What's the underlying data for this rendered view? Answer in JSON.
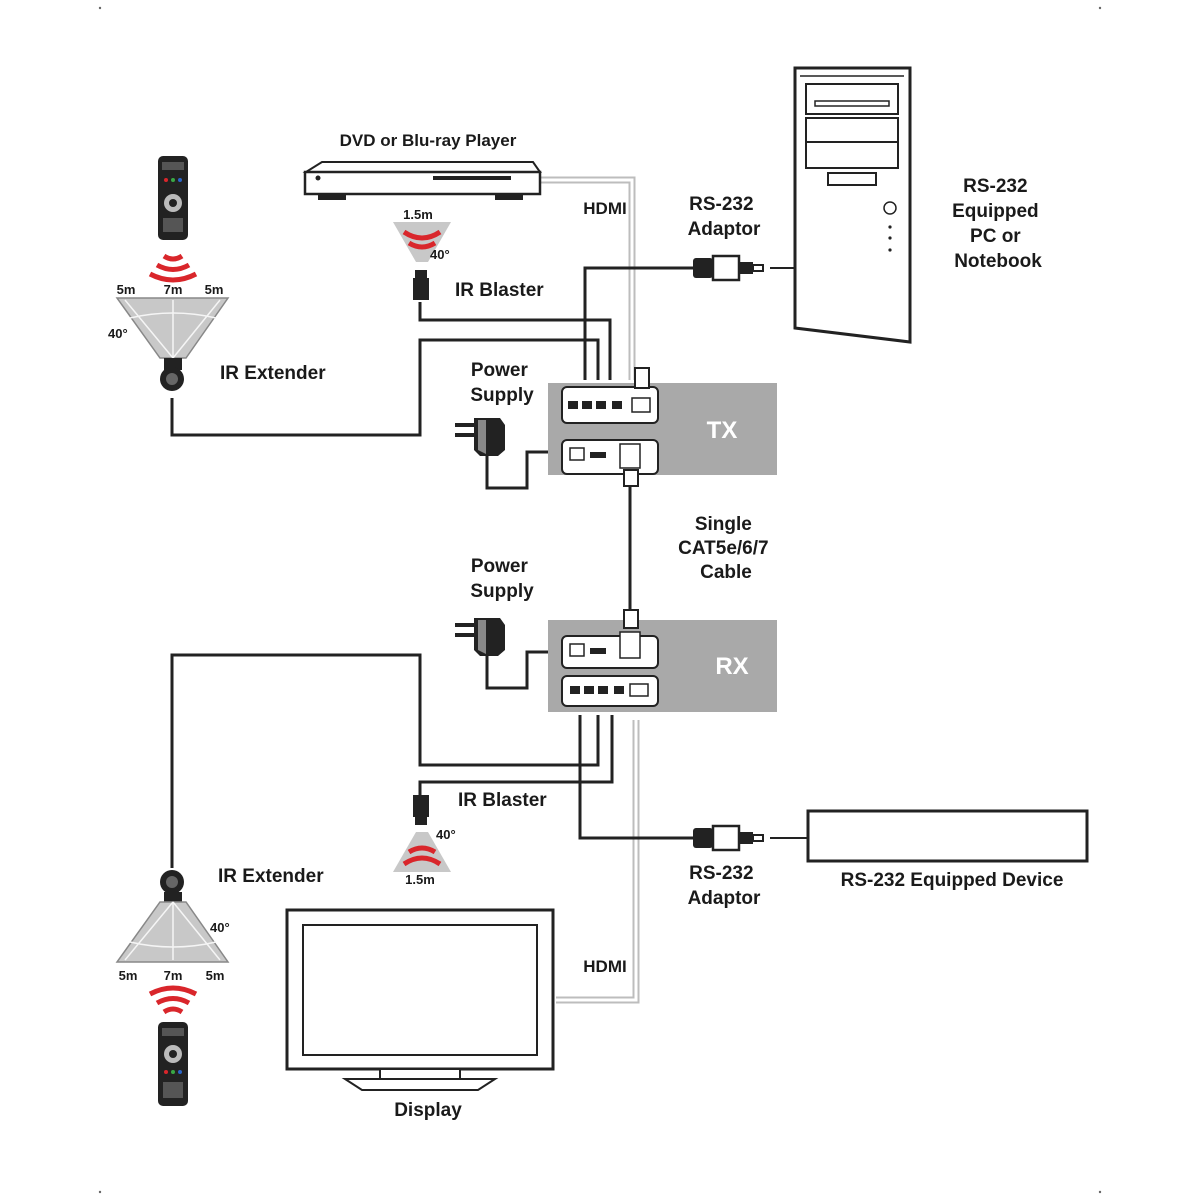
{
  "labels": {
    "dvd_player": "DVD or Blu-ray Player",
    "hdmi_top": "HDMI",
    "rs232_adaptor_top": [
      "RS-232",
      "Adaptor"
    ],
    "pc": [
      "RS-232",
      "Equipped",
      "PC or",
      "Notebook"
    ],
    "ir_blaster_top": "IR Blaster",
    "ir_extender_top": "IR Extender",
    "power_supply_top": [
      "Power",
      "Supply"
    ],
    "tx": "TX",
    "cable": [
      "Single",
      "CAT5e/6/7",
      "Cable"
    ],
    "power_supply_bottom": [
      "Power",
      "Supply"
    ],
    "rx": "RX",
    "ir_blaster_bottom": "IR Blaster",
    "rs232_adaptor_bottom": [
      "RS-232",
      "Adaptor"
    ],
    "rs232_device": "RS-232 Equipped Device",
    "ir_extender_bottom": "IR Extender",
    "hdmi_bottom": "HDMI",
    "display": "Display"
  },
  "ir_specs": {
    "blaster_top_range": "1.5m",
    "blaster_top_angle": "40°",
    "extender_top": {
      "left": "5m",
      "center": "7m",
      "right": "5m",
      "angle": "40°"
    },
    "blaster_bottom_range": "1.5m",
    "blaster_bottom_angle": "40°",
    "extender_bottom": {
      "left": "5m",
      "center": "7m",
      "right": "5m",
      "angle": "40°"
    }
  },
  "colors": {
    "box": "#a9a9a9",
    "cable": "#222222",
    "hdmi_cable": "#bdbdbd",
    "ir_wave": "#d9262b",
    "ir_cone": "#c8c8c8"
  }
}
